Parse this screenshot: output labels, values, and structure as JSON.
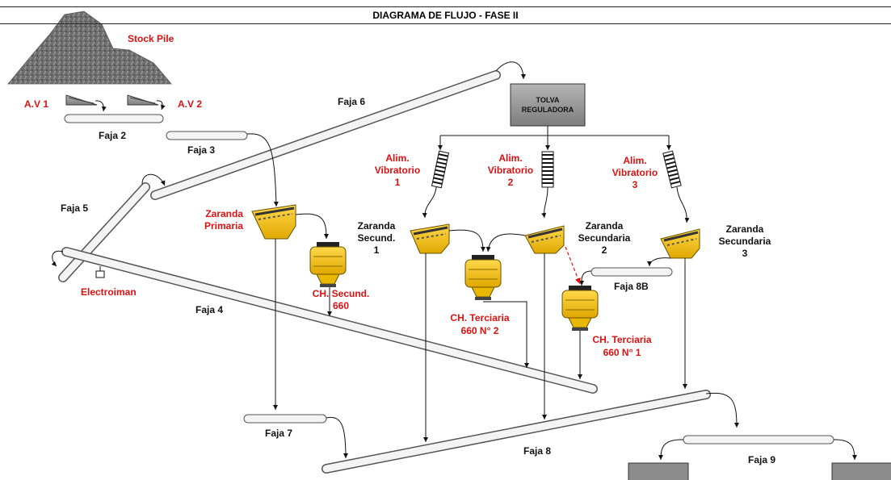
{
  "title": "DIAGRAMA DE FLUJO - FASE II",
  "colors": {
    "label_red": "#e01010",
    "label_black": "#111111",
    "equipment_yellow": "#f2c300",
    "hopper_gray": "#8c8c8c"
  },
  "labels": {
    "stock_pile": "Stock Pile",
    "av1": "A.V 1",
    "av2": "A.V 2",
    "faja2": "Faja 2",
    "faja3": "Faja 3",
    "faja4": "Faja 4",
    "faja5": "Faja 5",
    "faja6": "Faja 6",
    "faja7": "Faja 7",
    "faja8": "Faja 8",
    "faja8b": "Faja 8B",
    "faja9": "Faja 9",
    "tolva": [
      "TOLVA",
      "REGULADORA"
    ],
    "alim1": [
      "Alim.",
      "Vibratorio",
      "1"
    ],
    "alim2": [
      "Alim.",
      "Vibratorio",
      "2"
    ],
    "alim3": [
      "Alim.",
      "Vibratorio",
      "3"
    ],
    "zaranda_primaria": [
      "Zaranda",
      "Primaria"
    ],
    "zaranda_sec1": [
      "Zaranda",
      "Secund.",
      "1"
    ],
    "zaranda_sec2": [
      "Zaranda",
      "Secundaria",
      "2"
    ],
    "zaranda_sec3": [
      "Zaranda",
      "Secundaria",
      "3"
    ],
    "ch_secund": [
      "CH. Secund.",
      "660"
    ],
    "ch_terciaria2": [
      "CH. Terciaria",
      "660  N° 2"
    ],
    "ch_terciaria1": [
      "CH. Terciaria",
      "660  N° 1"
    ],
    "electroiman": "Electroiman"
  }
}
